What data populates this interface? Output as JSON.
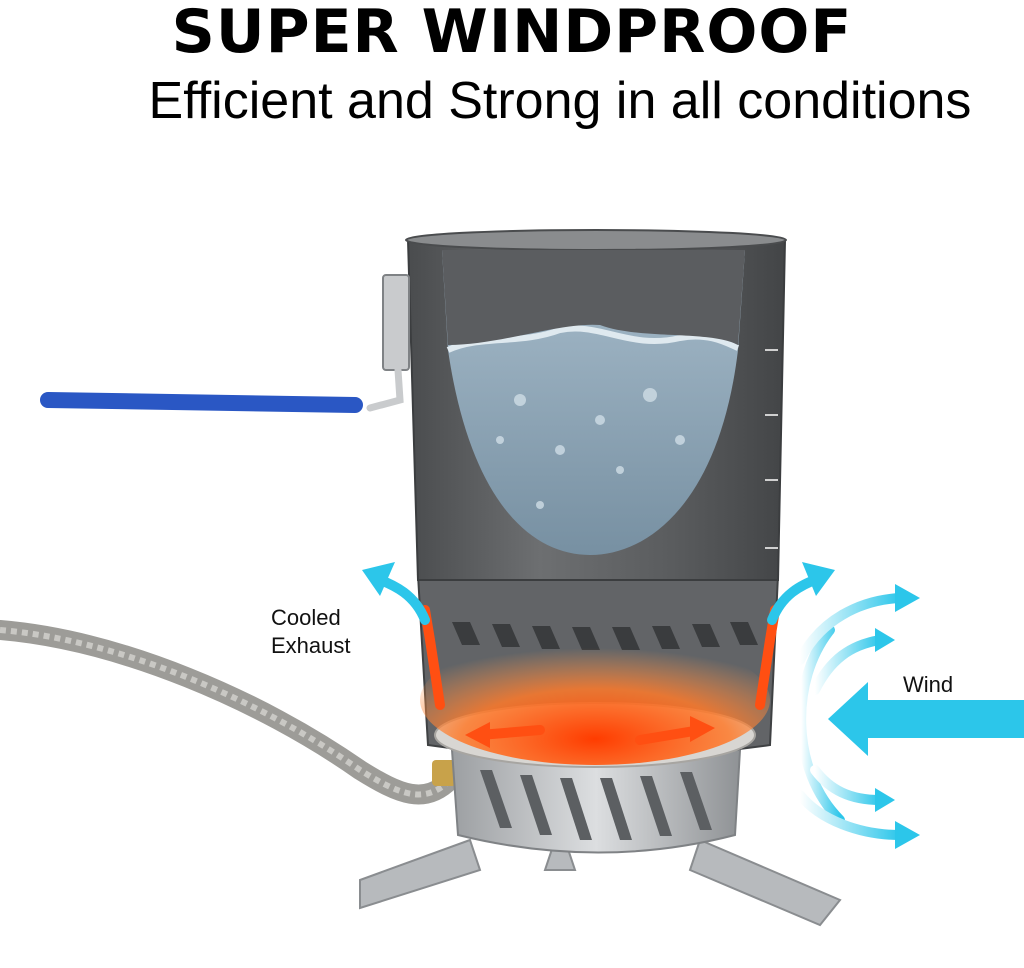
{
  "headline": "SUPER WINDPROOF",
  "subheadline": "Efficient and Strong in all conditions",
  "labels": {
    "cooled_exhaust_line1": "Cooled",
    "cooled_exhaust_line2": "Exhaust",
    "wind": "Wind"
  },
  "colors": {
    "pot_body": "#5f6163",
    "water": "#8ea7b8",
    "handle": "#2a57c4",
    "flame": "#ff5a14",
    "air_arrow": "#2cc6ea",
    "steel": "#b9bcbf"
  }
}
